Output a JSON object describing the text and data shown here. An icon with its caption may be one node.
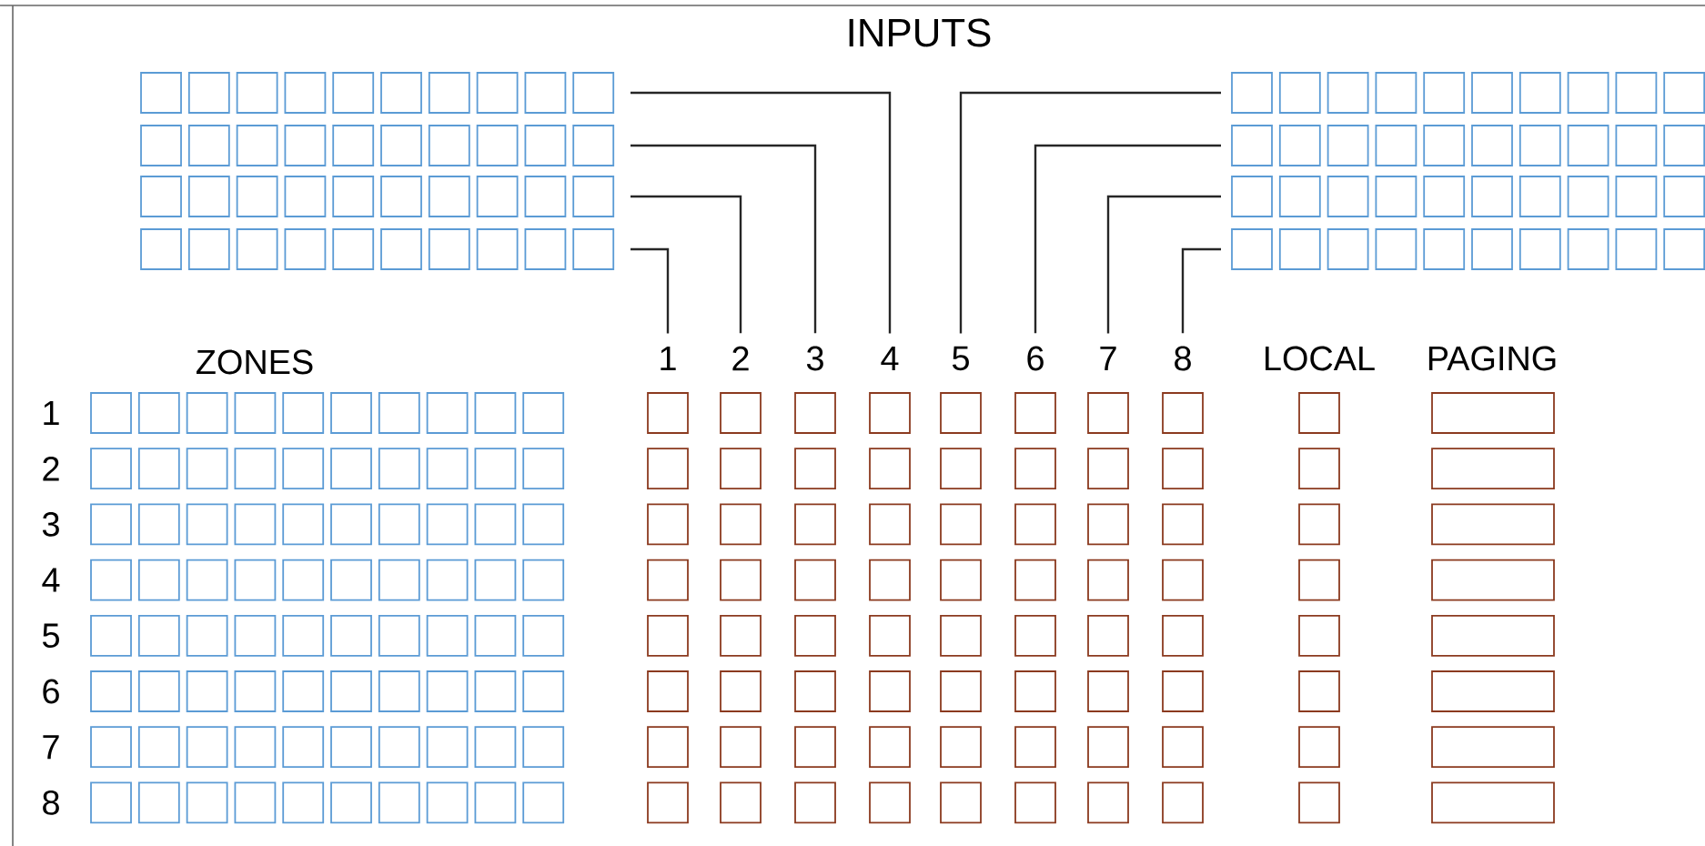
{
  "diagram": {
    "title": "INPUTS",
    "nodes": [
      {
        "text": [],
        "shape": "box"
      },
      {
        "text": [],
        "shape": "box"
      },
      {
        "text": [],
        "shape": "box"
      },
      {
        "text": [],
        "shape": "box"
      },
      {
        "text": [],
        "shape": "box"
      },
      {
        "text": [],
        "shape": "box"
      },
      {
        "text": [],
        "shape": "box"
      },
      {
        "text": [],
        "shape": "box"
      },
      {
        "text": [
          "1"
        ]
      },
      {
        "text": [
          "2"
        ]
      },
      {
        "text": [
          "3"
        ]
      },
      {
        "text": [
          "4"
        ]
      },
      {
        "text": [
          "5"
        ]
      },
      {
        "text": [
          "6"
        ]
      },
      {
        "text": [
          "7"
        ]
      },
      {
        "text": [
          "8"
        ]
      }
    ],
    "edges": [
      {
        "from": 0,
        "to": 11,
        "arrow": "none"
      },
      {
        "from": 1,
        "to": 10,
        "arrow": "none"
      },
      {
        "from": 2,
        "to": 9,
        "arrow": "none"
      },
      {
        "from": 3,
        "to": 8,
        "arrow": "none"
      },
      {
        "from": 4,
        "to": 12,
        "arrow": "none"
      },
      {
        "from": 5,
        "to": 13,
        "arrow": "none"
      },
      {
        "from": 6,
        "to": 14,
        "arrow": "none"
      },
      {
        "from": 7,
        "to": 15,
        "arrow": "none"
      }
    ],
    "labels": [
      "ZONES",
      "LOCAL",
      "PAGING",
      "1",
      "2",
      "3",
      "4",
      "5",
      "6",
      "7",
      "8"
    ]
  }
}
